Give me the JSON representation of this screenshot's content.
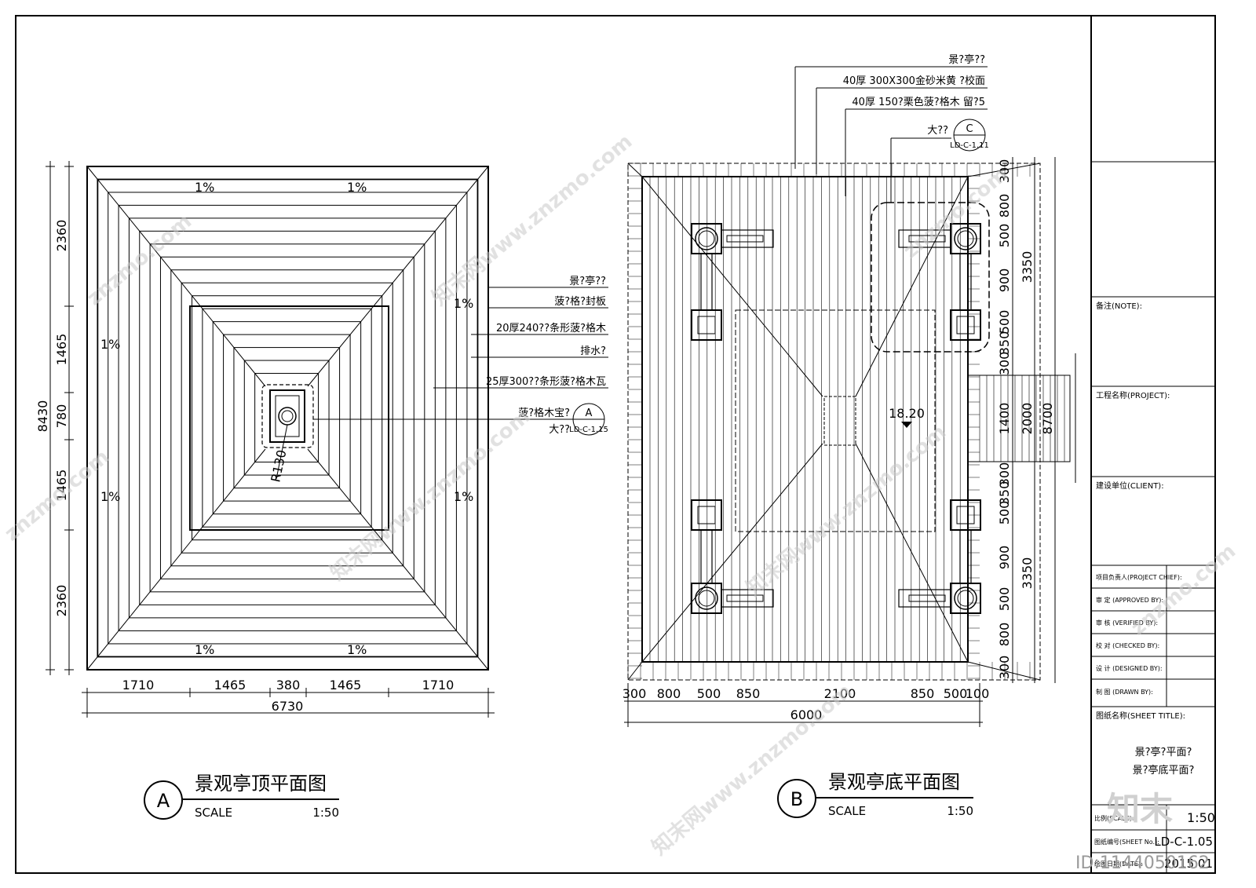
{
  "plan_a": {
    "circle_label": "A",
    "title": "景观亭顶平面图",
    "scale_label": "SCALE",
    "scale_value": "1:50",
    "slope_labels": [
      "1%",
      "1%",
      "1%",
      "1%",
      "1%",
      "1%",
      "1%",
      "1%"
    ],
    "radius_label": "R130",
    "dims_left": [
      "2360",
      "1465",
      "780",
      "1465",
      "2360"
    ],
    "dim_left_total": "8430",
    "dims_bottom": [
      "1710",
      "1465",
      "380",
      "1465",
      "1710"
    ],
    "dim_bottom_total": "6730",
    "callouts": [
      "景?亭??",
      "菠?格?封板",
      "20厚240??条形菠?格木",
      "排水?",
      "25厚300??条形菠?格木瓦",
      "菠?格木宝?",
      "大??"
    ],
    "ref_letter": "A",
    "ref_sheet": "LD-C-1.15"
  },
  "plan_b": {
    "circle_label": "B",
    "title": "景观亭底平面图",
    "scale_label": "SCALE",
    "scale_value": "1:50",
    "elevation": "18.20",
    "callouts": [
      "景?亭??",
      "40厚 300X300金砂米黄 ?校面",
      "40厚 150?栗色菠?格木 留?5",
      "大??"
    ],
    "ref_letter": "C",
    "ref_sheet": "LD-C-1.11",
    "dims_right_inner": [
      "300",
      "800",
      "500",
      "900",
      "500",
      "350",
      "300",
      "1400",
      "300",
      "350",
      "500",
      "900",
      "500",
      "800",
      "300"
    ],
    "dims_right_mid": [
      "3350",
      "2000",
      "3350"
    ],
    "dim_right_total": "8700",
    "dims_bottom": [
      "300",
      "800",
      "500",
      "850",
      "2100",
      "850",
      "500",
      "100"
    ],
    "dim_bottom_total": "6000"
  },
  "title_block": {
    "note": "备注(NOTE):",
    "project": "工程名称(PROJECT):",
    "client": "建设单位(CLIENT):",
    "roles": [
      "项目负责人(PROJECT CHIEF):",
      "审 定 (APPROVED BY):",
      "审 核 (VERIFIED BY):",
      "校 对 (CHECKED BY):",
      "设 计 (DESIGNED BY):",
      "制 图 (DRAWN BY):"
    ],
    "sheet_title_label": "图纸名称(SHEET TITLE):",
    "sheet_title_1": "景?亭?平面?",
    "sheet_title_2": "景?亭底平面?",
    "scale_label": "比例(SCALE):",
    "scale_value": "1:50",
    "sheet_no_label": "图纸编号(SHEET No.):",
    "sheet_no": "LD-C-1.05",
    "date_label": "绘图日期(DATE):",
    "date_value": "2015.01"
  },
  "watermark": {
    "text": "znzmo.com",
    "cn": "知末网www.znzmo.com",
    "logo": "知末",
    "id": "ID:1144050162"
  }
}
